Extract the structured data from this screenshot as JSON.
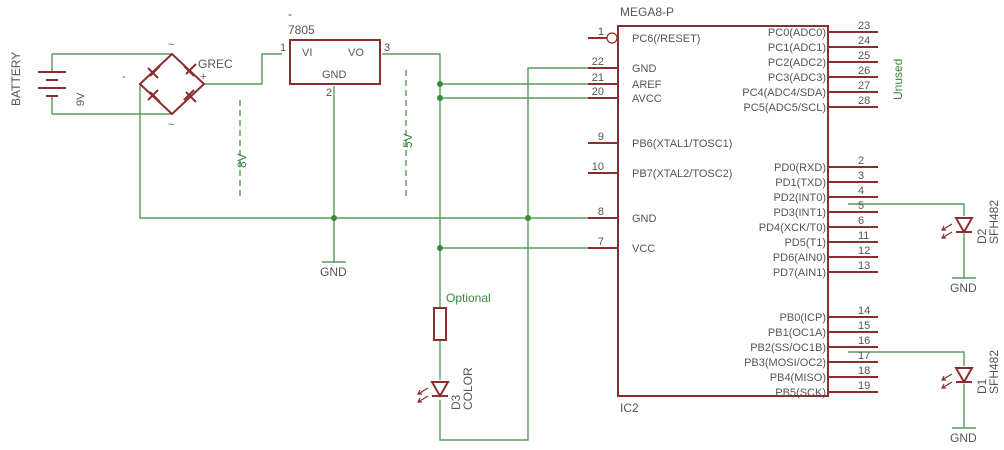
{
  "ic": {
    "name": "MEGA8-P",
    "ref": "IC2",
    "left_pins": [
      {
        "num": "1",
        "label": "PC6(/RESET)"
      },
      {
        "num": "22",
        "label": "GND"
      },
      {
        "num": "21",
        "label": "AREF"
      },
      {
        "num": "20",
        "label": "AVCC"
      },
      {
        "num": "9",
        "label": "PB6(XTAL1/TOSC1)"
      },
      {
        "num": "10",
        "label": "PB7(XTAL2/TOSC2)"
      },
      {
        "num": "8",
        "label": "GND"
      },
      {
        "num": "7",
        "label": "VCC"
      }
    ],
    "right_pins": [
      {
        "num": "23",
        "label": "PC0(ADC0)"
      },
      {
        "num": "24",
        "label": "PC1(ADC1)"
      },
      {
        "num": "25",
        "label": "PC2(ADC2)"
      },
      {
        "num": "26",
        "label": "PC3(ADC3)"
      },
      {
        "num": "27",
        "label": "PC4(ADC4/SDA)"
      },
      {
        "num": "28",
        "label": "PC5(ADC5/SCL)"
      },
      {
        "num": "2",
        "label": "PD0(RXD)"
      },
      {
        "num": "3",
        "label": "PD1(TXD)"
      },
      {
        "num": "4",
        "label": "PD2(INT0)"
      },
      {
        "num": "5",
        "label": "PD3(INT1)"
      },
      {
        "num": "6",
        "label": "PD4(XCK/T0)"
      },
      {
        "num": "11",
        "label": "PD5(T1)"
      },
      {
        "num": "12",
        "label": "PD6(AIN0)"
      },
      {
        "num": "13",
        "label": "PD7(AIN1)"
      },
      {
        "num": "14",
        "label": "PB0(ICP)"
      },
      {
        "num": "15",
        "label": "PB1(OC1A)"
      },
      {
        "num": "16",
        "label": "PB2(SS/OC1B)"
      },
      {
        "num": "17",
        "label": "PB3(MOSI/OC2)"
      },
      {
        "num": "18",
        "label": "PB4(MISO)"
      },
      {
        "num": "19",
        "label": "PB5(SCK)"
      }
    ]
  },
  "regulator": {
    "name": "7805",
    "prefix": "-",
    "vi": "VI",
    "vo": "VO",
    "gnd": "GND",
    "pin1": "1",
    "pin2": "2",
    "pin3": "3"
  },
  "battery": {
    "name": "BATTERY",
    "value": "9V"
  },
  "rectifier": {
    "name": "GREC",
    "tilde_top": "~",
    "tilde_bottom": "~",
    "minus": "-",
    "plus": "+"
  },
  "nets": {
    "v8": "8V",
    "v5": "5V",
    "unused": "Unused"
  },
  "gnd_labels": {
    "regulator": "GND",
    "d2": "GND",
    "d1": "GND"
  },
  "resistor": {
    "label": "Optional"
  },
  "d3": {
    "ref": "D3",
    "value": "COLOR"
  },
  "d2": {
    "ref": "D2",
    "value": "SFH482"
  },
  "d1": {
    "ref": "D1",
    "value": "SFH482"
  }
}
